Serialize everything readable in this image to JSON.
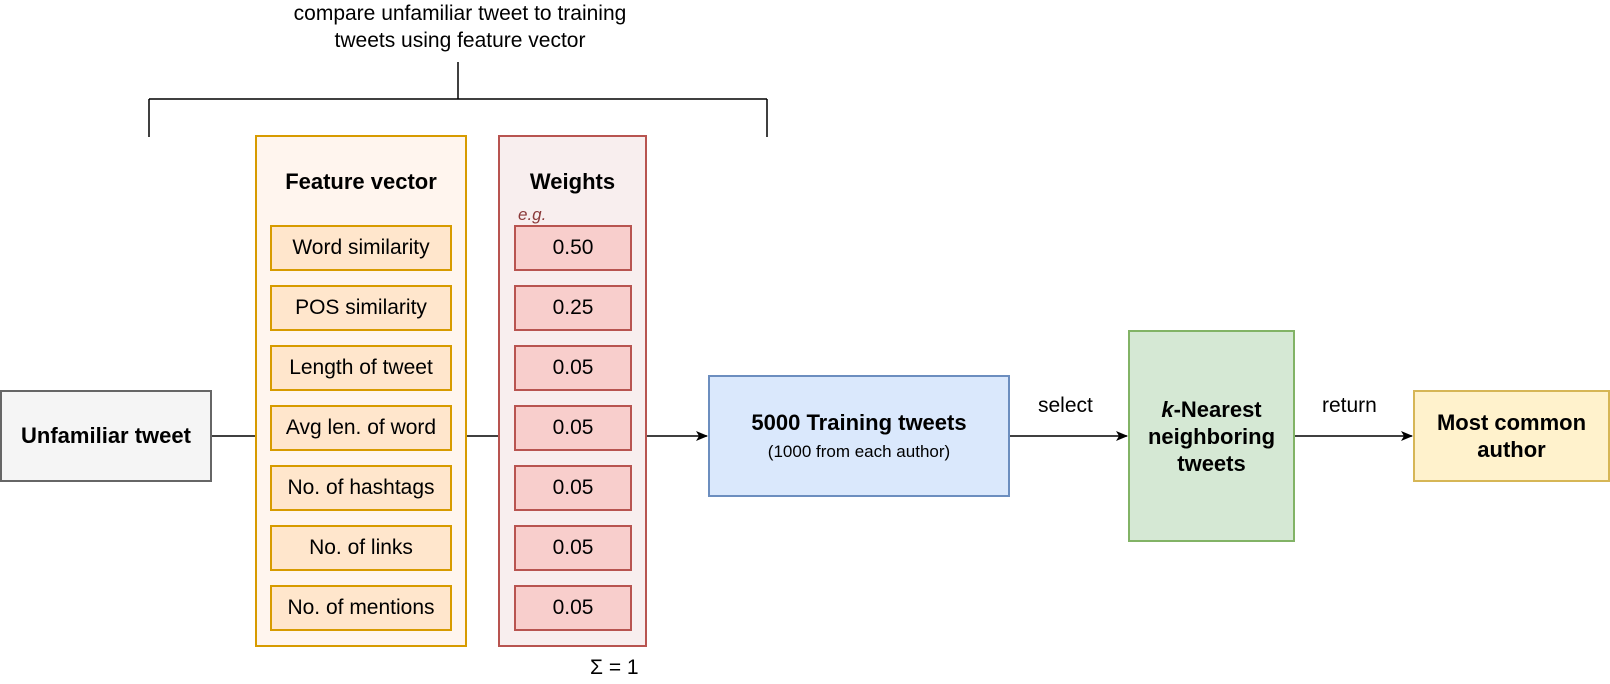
{
  "caption": {
    "line1": "compare unfamiliar tweet to training",
    "line2": "tweets using feature vector"
  },
  "input_node": {
    "label": "Unfamiliar tweet"
  },
  "feature_vector": {
    "title": "Feature vector",
    "items": [
      "Word similarity",
      "POS similarity",
      "Length of tweet",
      "Avg len. of word",
      "No. of hashtags",
      "No. of links",
      "No. of mentions"
    ]
  },
  "weights": {
    "title": "Weights",
    "example_label": "e.g.",
    "items": [
      "0.50",
      "0.25",
      "0.05",
      "0.05",
      "0.05",
      "0.05",
      "0.05"
    ],
    "sum_label": "Σ = 1"
  },
  "training_node": {
    "label": "5000 Training tweets",
    "sublabel": "(1000 from each author)"
  },
  "edges": {
    "select_label": "select",
    "return_label": "return"
  },
  "knn_node": {
    "k": "k",
    "line1_rest": "-Nearest",
    "line2": "neighboring",
    "line3": "tweets"
  },
  "result_node": {
    "line1": "Most common",
    "line2": "author"
  },
  "colors": {
    "input_fill": "#f5f5f5",
    "input_stroke": "#666666",
    "feature_fill": "#ffe6cc",
    "feature_stroke": "#d79b00",
    "weight_fill": "#f8cecc",
    "weight_stroke": "#b85450",
    "training_fill": "#dae8fc",
    "training_stroke": "#6c8ebf",
    "knn_fill": "#d5e8d4",
    "knn_stroke": "#82b366",
    "result_fill": "#fff2cc",
    "result_stroke": "#d6b656"
  }
}
